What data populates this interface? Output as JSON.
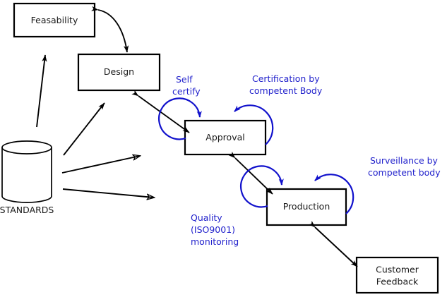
{
  "diagram": {
    "title": "Standards-driven product lifecycle diagram",
    "colors": {
      "node_stroke": "#000000",
      "node_fill": "#ffffff",
      "flow_arrow": "#000000",
      "annotation": "#2222cc",
      "text": "#1a1a1a"
    },
    "nodes": [
      {
        "id": "feasability",
        "label": "Feasability",
        "shape": "rectangle"
      },
      {
        "id": "design",
        "label": "Design",
        "shape": "rectangle"
      },
      {
        "id": "approval",
        "label": "Approval",
        "shape": "rectangle"
      },
      {
        "id": "production",
        "label": "Production",
        "shape": "rectangle"
      },
      {
        "id": "customer-feedback",
        "label_line1": "Customer",
        "label_line2": "Feedback",
        "shape": "rectangle"
      },
      {
        "id": "standards",
        "label": "STANDARDS",
        "shape": "cylinder"
      }
    ],
    "annotations": [
      {
        "id": "self-certify",
        "line1": "Self",
        "line2": "certify",
        "attached_to": "approval"
      },
      {
        "id": "certification-by-competent-body",
        "line1": "Certification by",
        "line2": "competent Body",
        "attached_to": "approval"
      },
      {
        "id": "surveillance-by-competent-body",
        "line1": "Surveillance by",
        "line2": "competent body",
        "attached_to": "production"
      },
      {
        "id": "quality-iso9001-monitoring",
        "line1": "Quality",
        "line2": "(ISO9001)",
        "line3": "monitoring",
        "attached_to": "production"
      }
    ],
    "connections": [
      {
        "id": "design-to-feasability",
        "from": "design",
        "to": "feasability",
        "style": "curved",
        "arrows": "both"
      },
      {
        "id": "design-to-approval",
        "from": "design",
        "to": "approval",
        "style": "straight",
        "arrows": "both"
      },
      {
        "id": "standards-to-feasability",
        "from": "standards",
        "to": "feasability",
        "style": "straight",
        "arrows": "end"
      },
      {
        "id": "standards-to-design",
        "from": "standards",
        "to": "design",
        "style": "straight",
        "arrows": "end"
      },
      {
        "id": "standards-to-approval",
        "from": "standards",
        "to": "approval",
        "style": "straight",
        "arrows": "end"
      },
      {
        "id": "standards-to-production",
        "from": "standards",
        "to": "production",
        "style": "straight",
        "arrows": "end"
      },
      {
        "id": "production-to-approval",
        "from": "production",
        "to": "approval",
        "style": "straight",
        "arrows": "both"
      },
      {
        "id": "customer-feedback-to-production",
        "from": "customer-feedback",
        "to": "production",
        "style": "straight",
        "arrows": "both"
      },
      {
        "id": "self-certify-loop",
        "from": "approval",
        "to": "approval",
        "style": "loop",
        "arrows": "end"
      },
      {
        "id": "certification-loop",
        "from": "approval",
        "to": "approval",
        "style": "loop",
        "arrows": "end"
      },
      {
        "id": "quality-monitoring-loop",
        "from": "production",
        "to": "production",
        "style": "loop",
        "arrows": "end"
      },
      {
        "id": "surveillance-loop",
        "from": "production",
        "to": "production",
        "style": "loop",
        "arrows": "end"
      }
    ]
  }
}
